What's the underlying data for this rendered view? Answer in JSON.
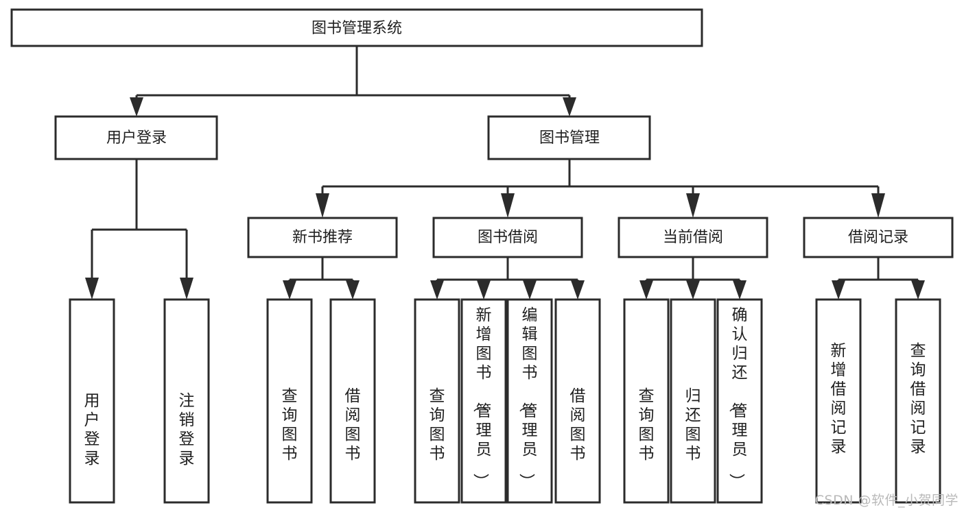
{
  "diagram": {
    "type": "hierarchy-tree",
    "title": "图书管理系统",
    "orientation": "top-down",
    "background_color": "#ffffff",
    "stroke_color": "#2b2b2b",
    "text_color": "#1f1f1f",
    "levels": 4,
    "nodes": {
      "root": {
        "label": "图书管理系统",
        "text_direction": "horizontal"
      },
      "level2": [
        {
          "id": "user-login",
          "label": "用户登录",
          "text_direction": "horizontal"
        },
        {
          "id": "book-management",
          "label": "图书管理",
          "text_direction": "horizontal"
        }
      ],
      "level3": [
        {
          "id": "new-book-recommend",
          "label": "新书推荐",
          "text_direction": "horizontal",
          "parent": "book-management"
        },
        {
          "id": "book-borrow",
          "label": "图书借阅",
          "text_direction": "horizontal",
          "parent": "book-management"
        },
        {
          "id": "current-borrow",
          "label": "当前借阅",
          "text_direction": "horizontal",
          "parent": "book-management"
        },
        {
          "id": "borrow-record",
          "label": "借阅记录",
          "text_direction": "horizontal",
          "parent": "book-management"
        }
      ],
      "leaves": [
        {
          "id": "leaf-user-login",
          "label": "用户登录",
          "text_direction": "vertical",
          "parent": "user-login"
        },
        {
          "id": "leaf-logout-login",
          "label": "注销登录",
          "text_direction": "vertical",
          "parent": "user-login"
        },
        {
          "id": "leaf-query-book-1",
          "label": "查询图书",
          "text_direction": "vertical",
          "parent": "new-book-recommend"
        },
        {
          "id": "leaf-borrow-book-1",
          "label": "借阅图书",
          "text_direction": "vertical",
          "parent": "new-book-recommend"
        },
        {
          "id": "leaf-query-book-2",
          "label": "查询图书",
          "text_direction": "vertical",
          "parent": "book-borrow"
        },
        {
          "id": "leaf-add-book-admin",
          "label": "新增图书（管理员）",
          "text_direction": "vertical",
          "parent": "book-borrow"
        },
        {
          "id": "leaf-edit-book-admin",
          "label": "编辑图书（管理员）",
          "text_direction": "vertical",
          "parent": "book-borrow"
        },
        {
          "id": "leaf-borrow-book-2",
          "label": "借阅图书",
          "text_direction": "vertical",
          "parent": "book-borrow"
        },
        {
          "id": "leaf-query-book-3",
          "label": "查询图书",
          "text_direction": "vertical",
          "parent": "current-borrow"
        },
        {
          "id": "leaf-return-book",
          "label": "归还图书",
          "text_direction": "vertical",
          "parent": "current-borrow"
        },
        {
          "id": "leaf-confirm-return-admin",
          "label": "确认归还（管理员）",
          "text_direction": "vertical",
          "parent": "current-borrow"
        },
        {
          "id": "leaf-add-borrow-record",
          "label": "新增借阅记录",
          "text_direction": "vertical",
          "parent": "borrow-record"
        },
        {
          "id": "leaf-query-borrow-record",
          "label": "查询借阅记录",
          "text_direction": "vertical",
          "parent": "borrow-record"
        }
      ]
    }
  },
  "watermark": {
    "text": "CSDN @软件_小贺同学"
  }
}
